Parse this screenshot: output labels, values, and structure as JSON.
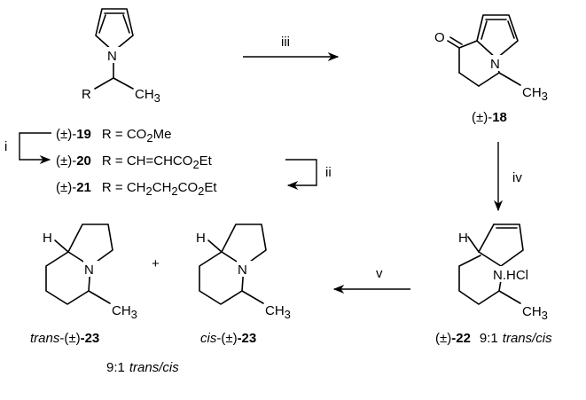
{
  "diagram": {
    "top_left": {
      "atom_N": "N",
      "atom_R": "R",
      "group_CH3": "CH",
      "group_CH3_sub": "3"
    },
    "compound_list": [
      {
        "prefix": "(±)-",
        "number": "19",
        "r_text": "R = CO",
        "r_sub": "2",
        "r_tail": "Me"
      },
      {
        "prefix": "(±)-",
        "number": "20",
        "r_text": "R = CH=CHCO",
        "r_sub": "2",
        "r_tail": "Et"
      },
      {
        "prefix": "(±)-",
        "number": "21",
        "r_text": "R = CH",
        "r_sub": "2",
        "r_mid": "CH",
        "r_sub2": "2",
        "r_mid2": "CO",
        "r_sub3": "2",
        "r_tail": "Et"
      }
    ],
    "step_i": "i",
    "step_ii": "ii",
    "step_iii": "iii",
    "step_iv": "iv",
    "step_v": "v",
    "ketone": {
      "atom_O": "O",
      "atom_N": "N",
      "group_CH3": "CH",
      "group_CH3_sub": "3",
      "prefix": "(±)-",
      "number": "18"
    },
    "pyrroline": {
      "atom_H": "H",
      "atom_N": "N",
      "salt": ".HCl",
      "group_CH3": "CH",
      "group_CH3_sub": "3",
      "prefix": "(±)",
      "number": "-22",
      "ratio": "9:1",
      "ratio_italic": "trans/cis"
    },
    "trans_product": {
      "atom_H": "H",
      "atom_N": "N",
      "group_CH3": "CH",
      "group_CH3_sub": "3",
      "label_italic": "trans",
      "label_rest": "-(±)",
      "number": "-23"
    },
    "cis_product": {
      "atom_H": "H",
      "atom_N": "N",
      "group_CH3": "CH",
      "group_CH3_sub": "3",
      "label_italic": "cis",
      "label_rest": "-(±)",
      "number": "-23"
    },
    "plus_sign": "+",
    "final_ratio": "9:1",
    "final_ratio_italic": "trans/cis"
  }
}
